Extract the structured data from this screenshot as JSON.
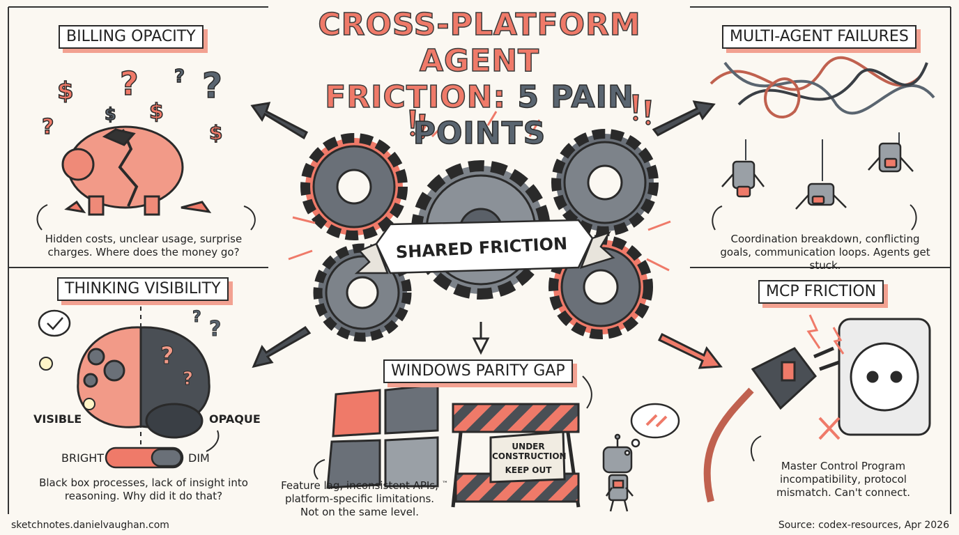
{
  "title": {
    "line1": "CROSS-PLATFORM AGENT",
    "line2a": "FRICTION:",
    "line2b": "5 PAIN POINTS"
  },
  "center": {
    "banner": "SHARED FRICTION"
  },
  "panels": {
    "billing": {
      "label": "BILLING OPACITY",
      "caption": "Hidden costs, unclear usage, surprise charges. Where does the money go?"
    },
    "thinking": {
      "label": "THINKING VISIBILITY",
      "caption": "Black box processes, lack of insight into reasoning. Why did it do that?",
      "visible": "VISIBLE",
      "opaque": "OPAQUE",
      "bright": "BRIGHT",
      "dim": "DIM"
    },
    "multi": {
      "label": "MULTI-AGENT FAILURES",
      "caption": "Coordination breakdown, conflicting goals, communication loops. Agents get stuck."
    },
    "mcp": {
      "label": "MCP FRICTION",
      "caption": "Master Control Program incompatibility, protocol mismatch. Can't connect."
    },
    "windows": {
      "label": "WINDOWS PARITY GAP",
      "caption": "Feature lag, inconsistent APIs, platform-specific limitations. Not on the same level.",
      "sign_line1": "UNDER",
      "sign_line2": "CONSTRUCTION",
      "sign_line3": "KEEP OUT",
      "tm": "™"
    }
  },
  "footer": {
    "left": "sketchnotes.danielvaughan.com",
    "right": "Source: codex-resources, Apr 2026"
  },
  "colors": {
    "coral": "#ef7a69",
    "slate": "#5a6570",
    "ink": "#2a2a2a",
    "paper": "#fbf8f2"
  }
}
